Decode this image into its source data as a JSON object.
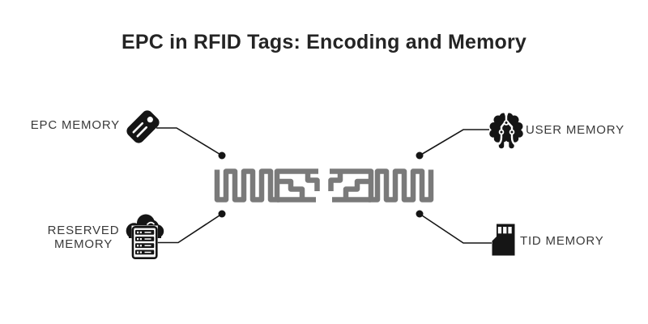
{
  "title": "EPC in RFID Tags: Encoding and Memory",
  "colors": {
    "ink": "#151515",
    "antenna": "#7a7a7a",
    "text": "#3a3a3a"
  },
  "nodes": {
    "epc": {
      "label": "EPC MEMORY",
      "icon": "tag-icon"
    },
    "user": {
      "label": "USER MEMORY",
      "icon": "brain-icon"
    },
    "reserved": {
      "line1": "RESERVED",
      "line2": "MEMORY",
      "icon": "cloud-server-icon"
    },
    "tid": {
      "label": "TID MEMORY",
      "icon": "sd-card-icon"
    }
  }
}
